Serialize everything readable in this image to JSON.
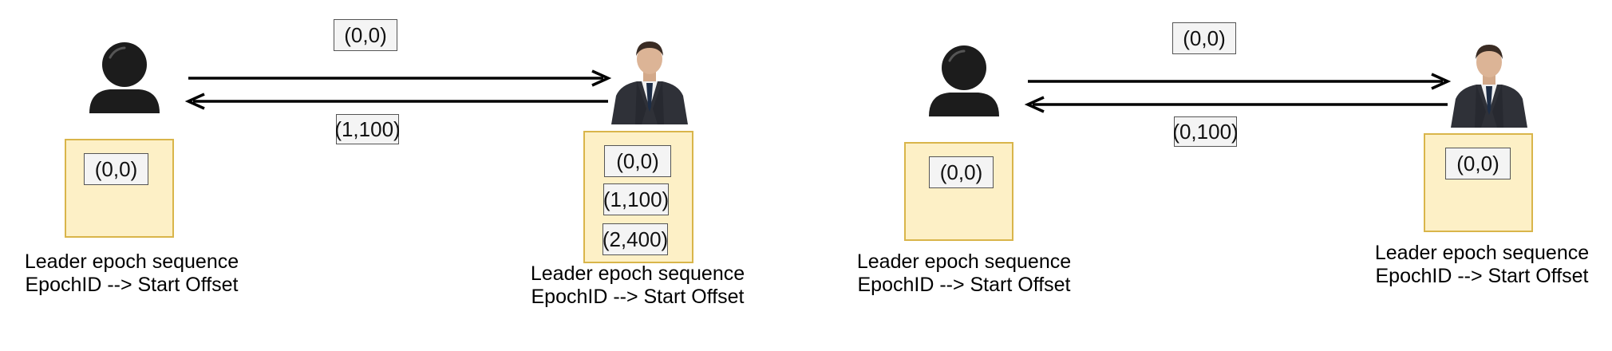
{
  "left_scenario": {
    "request_message": "(0,0)",
    "response_message": "(1,100)",
    "follower_store": {
      "entries": [
        "(0,0)"
      ]
    },
    "follower_caption": {
      "line1": "Leader epoch sequence",
      "line2": "EpochID --> Start Offset"
    },
    "leader_store": {
      "entries": [
        "(0,0)",
        "(1,100)",
        "(2,400)"
      ]
    },
    "leader_caption": {
      "line1": "Leader epoch sequence",
      "line2": "EpochID --> Start Offset"
    }
  },
  "right_scenario": {
    "request_message": "(0,0)",
    "response_message": "(0,100)",
    "follower_store": {
      "entries": [
        "(0,0)"
      ]
    },
    "follower_caption": {
      "line1": "Leader epoch sequence",
      "line2": "EpochID --> Start Offset"
    },
    "leader_store": {
      "entries": [
        "(0,0)"
      ]
    },
    "leader_caption": {
      "line1": "Leader epoch sequence",
      "line2": "EpochID --> Start Offset"
    }
  },
  "colors": {
    "store_fill": "#fdf0c6",
    "store_border": "#d9b54a",
    "box_fill": "#f4f4f4",
    "arrow": "#000000",
    "user_icon": "#1c1c1c",
    "suit": "#2f3138"
  },
  "icons": {
    "follower": "generic-user-icon",
    "leader": "businessman-icon"
  }
}
